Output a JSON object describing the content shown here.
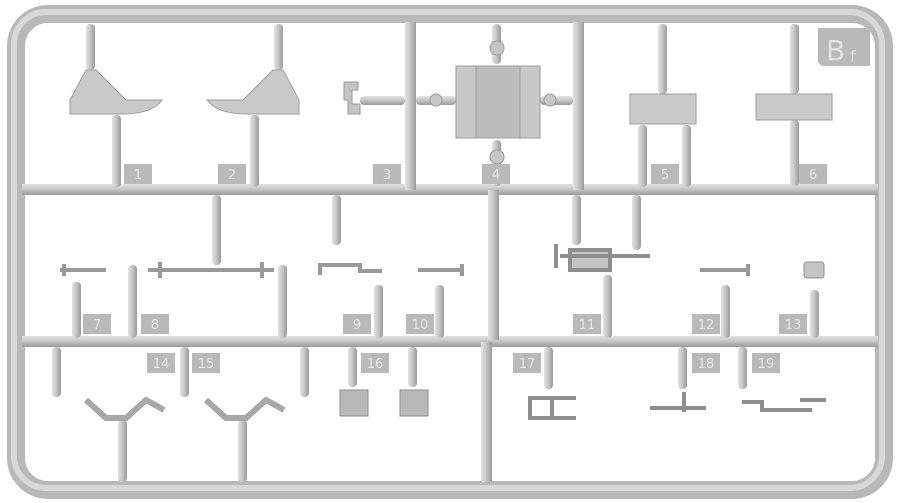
{
  "sprue": {
    "letter": "B",
    "subscript": "f",
    "part_numbers": [
      "1",
      "2",
      "3",
      "4",
      "5",
      "6",
      "7",
      "8",
      "9",
      "10",
      "11",
      "12",
      "13",
      "14",
      "15",
      "16",
      "17",
      "18",
      "19"
    ]
  },
  "colors": {
    "plastic": "#c4c4c4",
    "plastic_shadow": "#9e9e9e",
    "plastic_highlight": "#e0e0e0",
    "tag": "#b9b9b9",
    "background": "#ffffff"
  }
}
